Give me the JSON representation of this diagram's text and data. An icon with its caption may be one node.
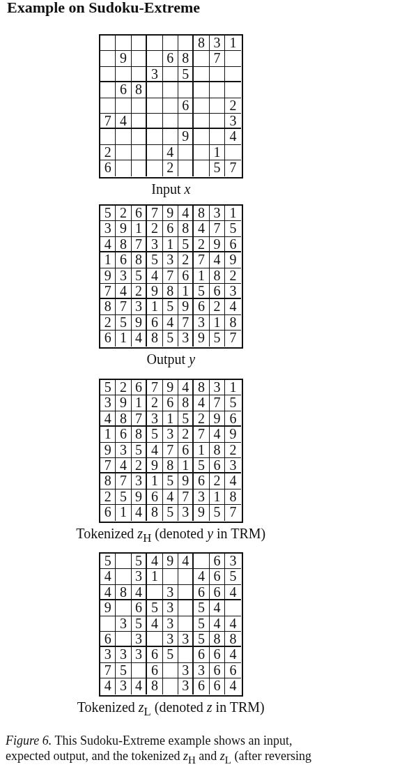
{
  "diagram": {
    "title": "Example on Sudoku-Extreme",
    "caption": "*Figure 6.* This Sudoku-Extreme example shows an input, expected output, and the tokenized *z*$_{H}$ and *z*$_{L}$ (after reversing",
    "nodes": [
      {
        "text": [],
        "shape": "box",
        "beside": [
          "Input *x*"
        ]
      },
      {
        "text": [],
        "shape": "box",
        "in": 0
      },
      {
        "text": [],
        "shape": "box",
        "in": 0
      },
      {
        "text": [],
        "shape": "box",
        "in": 0
      },
      {
        "text": [],
        "shape": "box",
        "in": 0
      },
      {
        "text": [],
        "shape": "box",
        "in": 0
      },
      {
        "text": [],
        "shape": "box",
        "in": 0
      },
      {
        "text": [
          "8"
        ],
        "in": 0
      },
      {
        "text": [
          "3"
        ],
        "in": 0
      },
      {
        "text": [
          "1"
        ],
        "in": 0
      },
      {
        "text": [],
        "shape": "box",
        "in": 0
      },
      {
        "text": [
          "9"
        ],
        "in": 0
      },
      {
        "text": [],
        "shape": "box",
        "in": 0
      },
      {
        "text": [],
        "shape": "box",
        "in": 0
      },
      {
        "text": [
          "6"
        ],
        "in": 0
      },
      {
        "text": [
          "8"
        ],
        "in": 0
      },
      {
        "text": [],
        "shape": "box",
        "in": 0
      },
      {
        "text": [
          "7"
        ],
        "in": 0
      },
      {
        "text": [],
        "shape": "box",
        "in": 0
      },
      {
        "text": [],
        "shape": "box",
        "in": 0
      },
      {
        "text": [],
        "shape": "box",
        "in": 0
      },
      {
        "text": [],
        "shape": "box",
        "in": 0
      },
      {
        "text": [
          "3"
        ],
        "in": 0
      },
      {
        "text": [],
        "shape": "box",
        "in": 0
      },
      {
        "text": [
          "5"
        ],
        "in": 0
      },
      {
        "text": [],
        "shape": "box",
        "in": 0
      },
      {
        "text": [],
        "shape": "box",
        "in": 0
      },
      {
        "text": [],
        "shape": "box",
        "in": 0
      },
      {
        "text": [],
        "shape": "box",
        "in": 0
      },
      {
        "text": [
          "6"
        ],
        "in": 0
      },
      {
        "text": [
          "8"
        ],
        "in": 0
      },
      {
        "text": [],
        "shape": "box",
        "in": 0
      },
      {
        "text": [],
        "shape": "box",
        "in": 0
      },
      {
        "text": [],
        "shape": "box",
        "in": 0
      },
      {
        "text": [],
        "shape": "box",
        "in": 0
      },
      {
        "text": [],
        "shape": "box",
        "in": 0
      },
      {
        "text": [],
        "shape": "box",
        "in": 0
      },
      {
        "text": [],
        "shape": "box",
        "in": 0
      },
      {
        "text": [],
        "shape": "box",
        "in": 0
      },
      {
        "text": [],
        "shape": "box",
        "in": 0
      },
      {
        "text": [],
        "shape": "box",
        "in": 0
      },
      {
        "text": [],
        "shape": "box",
        "in": 0
      },
      {
        "text": [
          "6"
        ],
        "in": 0
      },
      {
        "text": [],
        "shape": "box",
        "in": 0
      },
      {
        "text": [],
        "shape": "box",
        "in": 0
      },
      {
        "text": [
          "2"
        ],
        "in": 0
      },
      {
        "text": [
          "7"
        ],
        "in": 0
      },
      {
        "text": [
          "4"
        ],
        "in": 0
      },
      {
        "text": [],
        "shape": "box",
        "in": 0
      },
      {
        "text": [],
        "shape": "box",
        "in": 0
      },
      {
        "text": [],
        "shape": "box",
        "in": 0
      },
      {
        "text": [],
        "shape": "box",
        "in": 0
      },
      {
        "text": [],
        "shape": "box",
        "in": 0
      },
      {
        "text": [],
        "shape": "box",
        "in": 0
      },
      {
        "text": [
          "3"
        ],
        "in": 0
      },
      {
        "text": [],
        "shape": "box",
        "in": 0
      },
      {
        "text": [],
        "shape": "box",
        "in": 0
      },
      {
        "text": [],
        "shape": "box",
        "in": 0
      },
      {
        "text": [],
        "shape": "box",
        "in": 0
      },
      {
        "text": [],
        "shape": "box",
        "in": 0
      },
      {
        "text": [
          "9"
        ],
        "in": 0
      },
      {
        "text": [],
        "shape": "box",
        "in": 0
      },
      {
        "text": [],
        "shape": "box",
        "in": 0
      },
      {
        "text": [
          "4"
        ],
        "in": 0
      },
      {
        "text": [
          "2"
        ],
        "in": 0
      },
      {
        "text": [],
        "shape": "box",
        "in": 0
      },
      {
        "text": [],
        "shape": "box",
        "in": 0
      },
      {
        "text": [],
        "shape": "box",
        "in": 0
      },
      {
        "text": [
          "4"
        ],
        "in": 0
      },
      {
        "text": [],
        "shape": "box",
        "in": 0
      },
      {
        "text": [],
        "shape": "box",
        "in": 0
      },
      {
        "text": [
          "1"
        ],
        "in": 0
      },
      {
        "text": [],
        "shape": "box",
        "in": 0
      },
      {
        "text": [
          "6"
        ],
        "in": 0
      },
      {
        "text": [],
        "shape": "box",
        "in": 0
      },
      {
        "text": [],
        "shape": "box",
        "in": 0
      },
      {
        "text": [],
        "shape": "box",
        "in": 0
      },
      {
        "text": [
          "2"
        ],
        "in": 0
      },
      {
        "text": [],
        "shape": "box",
        "in": 0
      },
      {
        "text": [],
        "shape": "box",
        "in": 0
      },
      {
        "text": [
          "5"
        ],
        "in": 0
      },
      {
        "text": [
          "7"
        ],
        "in": 0
      },
      {
        "text": [],
        "shape": "box",
        "beside": [
          "Output *y*"
        ]
      },
      {
        "text": [
          "5"
        ],
        "in": 82
      },
      {
        "text": [
          "2"
        ],
        "in": 82
      },
      {
        "text": [
          "6"
        ],
        "in": 82
      },
      {
        "text": [
          "7"
        ],
        "in": 82
      },
      {
        "text": [
          "9"
        ],
        "in": 82
      },
      {
        "text": [
          "4"
        ],
        "in": 82
      },
      {
        "text": [
          "8"
        ],
        "in": 82
      },
      {
        "text": [
          "3"
        ],
        "in": 82
      },
      {
        "text": [
          "1"
        ],
        "in": 82
      },
      {
        "text": [
          "3"
        ],
        "in": 82
      },
      {
        "text": [
          "9"
        ],
        "in": 82
      },
      {
        "text": [
          "1"
        ],
        "in": 82
      },
      {
        "text": [
          "2"
        ],
        "in": 82
      },
      {
        "text": [
          "6"
        ],
        "in": 82
      },
      {
        "text": [
          "8"
        ],
        "in": 82
      },
      {
        "text": [
          "4"
        ],
        "in": 82
      },
      {
        "text": [
          "7"
        ],
        "in": 82
      },
      {
        "text": [
          "5"
        ],
        "in": 82
      },
      {
        "text": [
          "4"
        ],
        "in": 82
      },
      {
        "text": [
          "8"
        ],
        "in": 82
      },
      {
        "text": [
          "7"
        ],
        "in": 82
      },
      {
        "text": [
          "3"
        ],
        "in": 82
      },
      {
        "text": [
          "1"
        ],
        "in": 82
      },
      {
        "text": [
          "5"
        ],
        "in": 82
      },
      {
        "text": [
          "2"
        ],
        "in": 82
      },
      {
        "text": [
          "9"
        ],
        "in": 82
      },
      {
        "text": [
          "6"
        ],
        "in": 82
      },
      {
        "text": [
          "1"
        ],
        "in": 82
      },
      {
        "text": [
          "6"
        ],
        "in": 82
      },
      {
        "text": [
          "8"
        ],
        "in": 82
      },
      {
        "text": [
          "5"
        ],
        "in": 82
      },
      {
        "text": [
          "3"
        ],
        "in": 82
      },
      {
        "text": [
          "2"
        ],
        "in": 82
      },
      {
        "text": [
          "7"
        ],
        "in": 82
      },
      {
        "text": [
          "4"
        ],
        "in": 82
      },
      {
        "text": [
          "9"
        ],
        "in": 82
      },
      {
        "text": [
          "9"
        ],
        "in": 82
      },
      {
        "text": [
          "3"
        ],
        "in": 82
      },
      {
        "text": [
          "5"
        ],
        "in": 82
      },
      {
        "text": [
          "4"
        ],
        "in": 82
      },
      {
        "text": [
          "7"
        ],
        "in": 82
      },
      {
        "text": [
          "6"
        ],
        "in": 82
      },
      {
        "text": [
          "1"
        ],
        "in": 82
      },
      {
        "text": [
          "8"
        ],
        "in": 82
      },
      {
        "text": [
          "2"
        ],
        "in": 82
      },
      {
        "text": [
          "7"
        ],
        "in": 82
      },
      {
        "text": [
          "4"
        ],
        "in": 82
      },
      {
        "text": [
          "2"
        ],
        "in": 82
      },
      {
        "text": [
          "9"
        ],
        "in": 82
      },
      {
        "text": [
          "8"
        ],
        "in": 82
      },
      {
        "text": [
          "1"
        ],
        "in": 82
      },
      {
        "text": [
          "5"
        ],
        "in": 82
      },
      {
        "text": [
          "6"
        ],
        "in": 82
      },
      {
        "text": [
          "3"
        ],
        "in": 82
      },
      {
        "text": [
          "8"
        ],
        "in": 82
      },
      {
        "text": [
          "7"
        ],
        "in": 82
      },
      {
        "text": [
          "3"
        ],
        "in": 82
      },
      {
        "text": [
          "1"
        ],
        "in": 82
      },
      {
        "text": [
          "5"
        ],
        "in": 82
      },
      {
        "text": [
          "9"
        ],
        "in": 82
      },
      {
        "text": [
          "6"
        ],
        "in": 82
      },
      {
        "text": [
          "2"
        ],
        "in": 82
      },
      {
        "text": [
          "4"
        ],
        "in": 82
      },
      {
        "text": [
          "2"
        ],
        "in": 82
      },
      {
        "text": [
          "5"
        ],
        "in": 82
      },
      {
        "text": [
          "9"
        ],
        "in": 82
      },
      {
        "text": [
          "6"
        ],
        "in": 82
      },
      {
        "text": [
          "4"
        ],
        "in": 82
      },
      {
        "text": [
          "7"
        ],
        "in": 82
      },
      {
        "text": [
          "3"
        ],
        "in": 82
      },
      {
        "text": [
          "1"
        ],
        "in": 82
      },
      {
        "text": [
          "8"
        ],
        "in": 82
      },
      {
        "text": [
          "6"
        ],
        "in": 82
      },
      {
        "text": [
          "1"
        ],
        "in": 82
      },
      {
        "text": [
          "4"
        ],
        "in": 82
      },
      {
        "text": [
          "8"
        ],
        "in": 82
      },
      {
        "text": [
          "5"
        ],
        "in": 82
      },
      {
        "text": [
          "3"
        ],
        "in": 82
      },
      {
        "text": [
          "9"
        ],
        "in": 82
      },
      {
        "text": [
          "5"
        ],
        "in": 82
      },
      {
        "text": [
          "7"
        ],
        "in": 82
      },
      {
        "text": [],
        "shape": "box",
        "beside": [
          "Tokenized *z*$_{H}$ (denoted *y* in TRM)"
        ]
      },
      {
        "text": [
          "5"
        ],
        "in": 164
      },
      {
        "text": [
          "2"
        ],
        "in": 164
      },
      {
        "text": [
          "6"
        ],
        "in": 164
      },
      {
        "text": [
          "7"
        ],
        "in": 164
      },
      {
        "text": [
          "9"
        ],
        "in": 164
      },
      {
        "text": [
          "4"
        ],
        "in": 164
      },
      {
        "text": [
          "8"
        ],
        "in": 164
      },
      {
        "text": [
          "3"
        ],
        "in": 164
      },
      {
        "text": [
          "1"
        ],
        "in": 164
      },
      {
        "text": [
          "3"
        ],
        "in": 164
      },
      {
        "text": [
          "9"
        ],
        "in": 164
      },
      {
        "text": [
          "1"
        ],
        "in": 164
      },
      {
        "text": [
          "2"
        ],
        "in": 164
      },
      {
        "text": [
          "6"
        ],
        "in": 164
      },
      {
        "text": [
          "8"
        ],
        "in": 164
      },
      {
        "text": [
          "4"
        ],
        "in": 164
      },
      {
        "text": [
          "7"
        ],
        "in": 164
      },
      {
        "text": [
          "5"
        ],
        "in": 164
      },
      {
        "text": [
          "4"
        ],
        "in": 164
      },
      {
        "text": [
          "8"
        ],
        "in": 164
      },
      {
        "text": [
          "7"
        ],
        "in": 164
      },
      {
        "text": [
          "3"
        ],
        "in": 164
      },
      {
        "text": [
          "1"
        ],
        "in": 164
      },
      {
        "text": [
          "5"
        ],
        "in": 164
      },
      {
        "text": [
          "2"
        ],
        "in": 164
      },
      {
        "text": [
          "9"
        ],
        "in": 164
      },
      {
        "text": [
          "6"
        ],
        "in": 164
      },
      {
        "text": [
          "1"
        ],
        "in": 164
      },
      {
        "text": [
          "6"
        ],
        "in": 164
      },
      {
        "text": [
          "8"
        ],
        "in": 164
      },
      {
        "text": [
          "5"
        ],
        "in": 164
      },
      {
        "text": [
          "3"
        ],
        "in": 164
      },
      {
        "text": [
          "2"
        ],
        "in": 164
      },
      {
        "text": [
          "7"
        ],
        "in": 164
      },
      {
        "text": [
          "4"
        ],
        "in": 164
      },
      {
        "text": [
          "9"
        ],
        "in": 164
      },
      {
        "text": [
          "9"
        ],
        "in": 164
      },
      {
        "text": [
          "3"
        ],
        "in": 164
      },
      {
        "text": [
          "5"
        ],
        "in": 164
      },
      {
        "text": [
          "4"
        ],
        "in": 164
      },
      {
        "text": [
          "7"
        ],
        "in": 164
      },
      {
        "text": [
          "6"
        ],
        "in": 164
      },
      {
        "text": [
          "1"
        ],
        "in": 164
      },
      {
        "text": [
          "8"
        ],
        "in": 164
      },
      {
        "text": [
          "2"
        ],
        "in": 164
      },
      {
        "text": [
          "7"
        ],
        "in": 164
      },
      {
        "text": [
          "4"
        ],
        "in": 164
      },
      {
        "text": [
          "2"
        ],
        "in": 164
      },
      {
        "text": [
          "9"
        ],
        "in": 164
      },
      {
        "text": [
          "8"
        ],
        "in": 164
      },
      {
        "text": [
          "1"
        ],
        "in": 164
      },
      {
        "text": [
          "5"
        ],
        "in": 164
      },
      {
        "text": [
          "6"
        ],
        "in": 164
      },
      {
        "text": [
          "3"
        ],
        "in": 164
      },
      {
        "text": [
          "8"
        ],
        "in": 164
      },
      {
        "text": [
          "7"
        ],
        "in": 164
      },
      {
        "text": [
          "3"
        ],
        "in": 164
      },
      {
        "text": [
          "1"
        ],
        "in": 164
      },
      {
        "text": [
          "5"
        ],
        "in": 164
      },
      {
        "text": [
          "9"
        ],
        "in": 164
      },
      {
        "text": [
          "6"
        ],
        "in": 164
      },
      {
        "text": [
          "2"
        ],
        "in": 164
      },
      {
        "text": [
          "4"
        ],
        "in": 164
      },
      {
        "text": [
          "2"
        ],
        "in": 164
      },
      {
        "text": [
          "5"
        ],
        "in": 164
      },
      {
        "text": [
          "9"
        ],
        "in": 164
      },
      {
        "text": [
          "6"
        ],
        "in": 164
      },
      {
        "text": [
          "4"
        ],
        "in": 164
      },
      {
        "text": [
          "7"
        ],
        "in": 164
      },
      {
        "text": [
          "3"
        ],
        "in": 164
      },
      {
        "text": [
          "1"
        ],
        "in": 164
      },
      {
        "text": [
          "8"
        ],
        "in": 164
      },
      {
        "text": [
          "6"
        ],
        "in": 164
      },
      {
        "text": [
          "1"
        ],
        "in": 164
      },
      {
        "text": [
          "4"
        ],
        "in": 164
      },
      {
        "text": [
          "8"
        ],
        "in": 164
      },
      {
        "text": [
          "5"
        ],
        "in": 164
      },
      {
        "text": [
          "3"
        ],
        "in": 164
      },
      {
        "text": [
          "9"
        ],
        "in": 164
      },
      {
        "text": [
          "5"
        ],
        "in": 164
      },
      {
        "text": [
          "7"
        ],
        "in": 164
      },
      {
        "text": [],
        "shape": "box",
        "beside": [
          "Tokenized *z*$_{L}$ (denoted *z* in TRM)"
        ]
      },
      {
        "text": [
          "5"
        ],
        "in": 246
      },
      {
        "text": [],
        "shape": "box",
        "in": 246
      },
      {
        "text": [
          "5"
        ],
        "in": 246
      },
      {
        "text": [
          "4"
        ],
        "in": 246
      },
      {
        "text": [
          "9"
        ],
        "in": 246
      },
      {
        "text": [
          "4"
        ],
        "in": 246
      },
      {
        "text": [],
        "shape": "box",
        "in": 246
      },
      {
        "text": [
          "6"
        ],
        "in": 246
      },
      {
        "text": [
          "3"
        ],
        "in": 246
      },
      {
        "text": [
          "4"
        ],
        "in": 246
      },
      {
        "text": [],
        "shape": "box",
        "in": 246
      },
      {
        "text": [
          "3"
        ],
        "in": 246
      },
      {
        "text": [
          "1"
        ],
        "in": 246
      },
      {
        "text": [],
        "shape": "box",
        "in": 246
      },
      {
        "text": [],
        "shape": "box",
        "in": 246
      },
      {
        "text": [
          "4"
        ],
        "in": 246
      },
      {
        "text": [
          "6"
        ],
        "in": 246
      },
      {
        "text": [
          "5"
        ],
        "in": 246
      },
      {
        "text": [
          "4"
        ],
        "in": 246
      },
      {
        "text": [
          "8"
        ],
        "in": 246
      },
      {
        "text": [
          "4"
        ],
        "in": 246
      },
      {
        "text": [],
        "shape": "box",
        "in": 246
      },
      {
        "text": [
          "3"
        ],
        "in": 246
      },
      {
        "text": [],
        "shape": "box",
        "in": 246
      },
      {
        "text": [
          "6"
        ],
        "in": 246
      },
      {
        "text": [
          "6"
        ],
        "in": 246
      },
      {
        "text": [
          "4"
        ],
        "in": 246
      },
      {
        "text": [
          "9"
        ],
        "in": 246
      },
      {
        "text": [],
        "shape": "box",
        "in": 246
      },
      {
        "text": [
          "6"
        ],
        "in": 246
      },
      {
        "text": [
          "5"
        ],
        "in": 246
      },
      {
        "text": [
          "3"
        ],
        "in": 246
      },
      {
        "text": [],
        "shape": "box",
        "in": 246
      },
      {
        "text": [
          "5"
        ],
        "in": 246
      },
      {
        "text": [
          "4"
        ],
        "in": 246
      },
      {
        "text": [],
        "shape": "box",
        "in": 246
      },
      {
        "text": [],
        "shape": "box",
        "in": 246
      },
      {
        "text": [
          "3"
        ],
        "in": 246
      },
      {
        "text": [
          "5"
        ],
        "in": 246
      },
      {
        "text": [
          "4"
        ],
        "in": 246
      },
      {
        "text": [
          "3"
        ],
        "in": 246
      },
      {
        "text": [],
        "shape": "box",
        "in": 246
      },
      {
        "text": [
          "5"
        ],
        "in": 246
      },
      {
        "text": [
          "4"
        ],
        "in": 246
      },
      {
        "text": [
          "4"
        ],
        "in": 246
      },
      {
        "text": [
          "6"
        ],
        "in": 246
      },
      {
        "text": [],
        "shape": "box",
        "in": 246
      },
      {
        "text": [
          "3"
        ],
        "in": 246
      },
      {
        "text": [],
        "shape": "box",
        "in": 246
      },
      {
        "text": [
          "3"
        ],
        "in": 246
      },
      {
        "text": [
          "3"
        ],
        "in": 246
      },
      {
        "text": [
          "5"
        ],
        "in": 246
      },
      {
        "text": [
          "8"
        ],
        "in": 246
      },
      {
        "text": [
          "8"
        ],
        "in": 246
      },
      {
        "text": [
          "3"
        ],
        "in": 246
      },
      {
        "text": [
          "3"
        ],
        "in": 246
      },
      {
        "text": [
          "3"
        ],
        "in": 246
      },
      {
        "text": [
          "6"
        ],
        "in": 246
      },
      {
        "text": [
          "5"
        ],
        "in": 246
      },
      {
        "text": [],
        "shape": "box",
        "in": 246
      },
      {
        "text": [
          "6"
        ],
        "in": 246
      },
      {
        "text": [
          "6"
        ],
        "in": 246
      },
      {
        "text": [
          "4"
        ],
        "in": 246
      },
      {
        "text": [
          "7"
        ],
        "in": 246
      },
      {
        "text": [
          "5"
        ],
        "in": 246
      },
      {
        "text": [],
        "shape": "box",
        "in": 246
      },
      {
        "text": [
          "6"
        ],
        "in": 246
      },
      {
        "text": [],
        "shape": "box",
        "in": 246
      },
      {
        "text": [
          "3"
        ],
        "in": 246
      },
      {
        "text": [
          "3"
        ],
        "in": 246
      },
      {
        "text": [
          "6"
        ],
        "in": 246
      },
      {
        "text": [
          "6"
        ],
        "in": 246
      },
      {
        "text": [
          "4"
        ],
        "in": 246
      },
      {
        "text": [
          "3"
        ],
        "in": 246
      },
      {
        "text": [
          "4"
        ],
        "in": 246
      },
      {
        "text": [
          "8"
        ],
        "in": 246
      },
      {
        "text": [],
        "shape": "box",
        "in": 246
      },
      {
        "text": [
          "3"
        ],
        "in": 246
      },
      {
        "text": [
          "6"
        ],
        "in": 246
      },
      {
        "text": [
          "6"
        ],
        "in": 246
      },
      {
        "text": [
          "4"
        ],
        "in": 246
      }
    ],
    "edges": []
  }
}
